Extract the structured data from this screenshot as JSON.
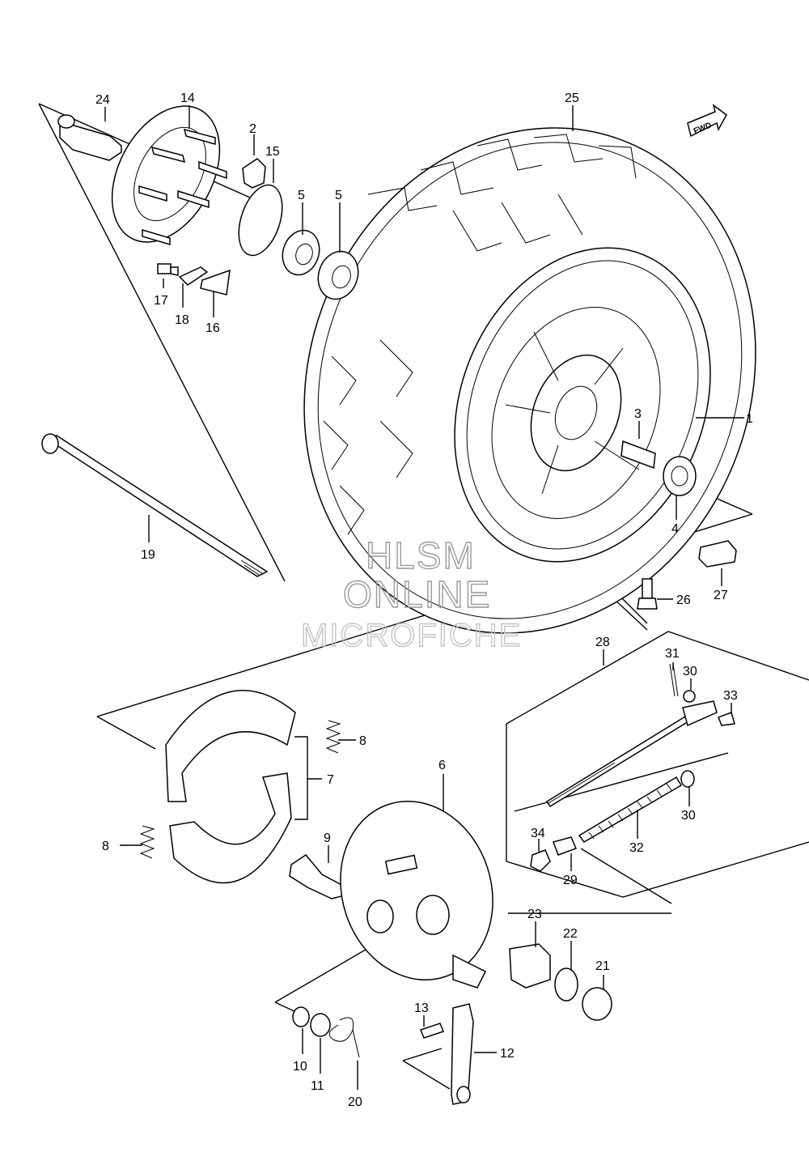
{
  "watermark": {
    "line1": "HLSM",
    "line2": "ONLINE",
    "line3": "MICROFICHE"
  },
  "direction_badge": "FWD",
  "callouts": [
    {
      "id": "c1",
      "label": "1"
    },
    {
      "id": "c2",
      "label": "2"
    },
    {
      "id": "c3",
      "label": "3"
    },
    {
      "id": "c4",
      "label": "4"
    },
    {
      "id": "c5a",
      "label": "5"
    },
    {
      "id": "c5b",
      "label": "5"
    },
    {
      "id": "c6",
      "label": "6"
    },
    {
      "id": "c7",
      "label": "7"
    },
    {
      "id": "c8a",
      "label": "8"
    },
    {
      "id": "c8b",
      "label": "8"
    },
    {
      "id": "c9",
      "label": "9"
    },
    {
      "id": "c10",
      "label": "10"
    },
    {
      "id": "c11",
      "label": "11"
    },
    {
      "id": "c12",
      "label": "12"
    },
    {
      "id": "c13",
      "label": "13"
    },
    {
      "id": "c14",
      "label": "14"
    },
    {
      "id": "c15",
      "label": "15"
    },
    {
      "id": "c16",
      "label": "16"
    },
    {
      "id": "c17",
      "label": "17"
    },
    {
      "id": "c18",
      "label": "18"
    },
    {
      "id": "c19",
      "label": "19"
    },
    {
      "id": "c20",
      "label": "20"
    },
    {
      "id": "c21",
      "label": "21"
    },
    {
      "id": "c22",
      "label": "22"
    },
    {
      "id": "c23",
      "label": "23"
    },
    {
      "id": "c24",
      "label": "24"
    },
    {
      "id": "c25",
      "label": "25"
    },
    {
      "id": "c26",
      "label": "26"
    },
    {
      "id": "c27",
      "label": "27"
    },
    {
      "id": "c28",
      "label": "28"
    },
    {
      "id": "c29",
      "label": "29"
    },
    {
      "id": "c30a",
      "label": "30"
    },
    {
      "id": "c30b",
      "label": "30"
    },
    {
      "id": "c31",
      "label": "31"
    },
    {
      "id": "c32",
      "label": "32"
    },
    {
      "id": "c33",
      "label": "33"
    },
    {
      "id": "c34",
      "label": "34"
    }
  ]
}
